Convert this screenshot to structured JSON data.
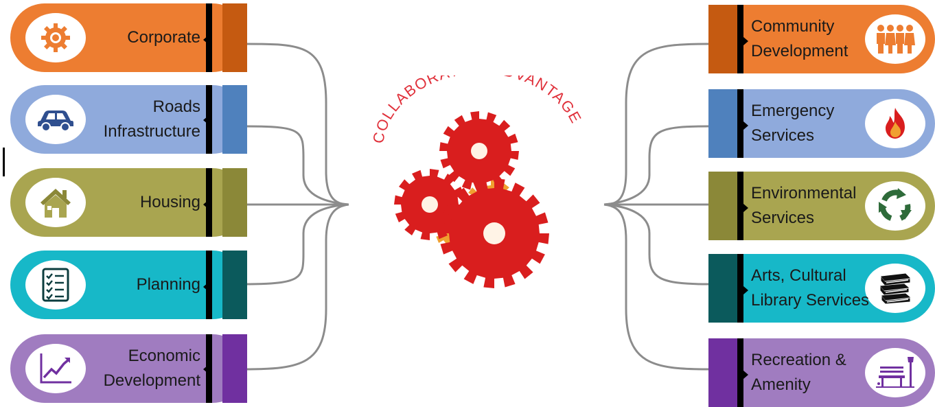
{
  "title": "COLLABORATIVE ADVANTAGE",
  "colors": {
    "orange": "#ED7D31",
    "orange_dark": "#C55A11",
    "blue": "#8FAADC",
    "blue_dark": "#4F81BD",
    "olive": "#A9A550",
    "olive_dark": "#8B8838",
    "teal": "#17B8C8",
    "teal_dark": "#0B5A5C",
    "purple": "#A07CC0",
    "purple_dark": "#7030A0",
    "gear_red": "#D91E1E",
    "gear_orange": "#F0A030",
    "title_red": "#E0303A"
  },
  "left": [
    {
      "lines": [
        "Corporate"
      ],
      "icon": "gear-icon",
      "color": "orange"
    },
    {
      "lines": [
        "Roads",
        "Infrastructure"
      ],
      "icon": "car-icon",
      "color": "blue"
    },
    {
      "lines": [
        "Housing"
      ],
      "icon": "house-icon",
      "color": "olive"
    },
    {
      "lines": [
        "Planning"
      ],
      "icon": "checklist-icon",
      "color": "teal"
    },
    {
      "lines": [
        "Economic",
        "Development"
      ],
      "icon": "growth-chart-icon",
      "color": "purple"
    }
  ],
  "right": [
    {
      "lines": [
        "Community",
        "Development"
      ],
      "icon": "people-icon",
      "color": "orange"
    },
    {
      "lines": [
        "Emergency",
        "Services"
      ],
      "icon": "fire-icon",
      "color": "blue"
    },
    {
      "lines": [
        "Environmental",
        "Services"
      ],
      "icon": "recycle-icon",
      "color": "olive"
    },
    {
      "lines": [
        "Arts, Cultural",
        "Library Services"
      ],
      "icon": "books-icon",
      "color": "teal"
    },
    {
      "lines": [
        "Recreation &",
        "Amenity"
      ],
      "icon": "park-bench-icon",
      "color": "purple"
    }
  ]
}
